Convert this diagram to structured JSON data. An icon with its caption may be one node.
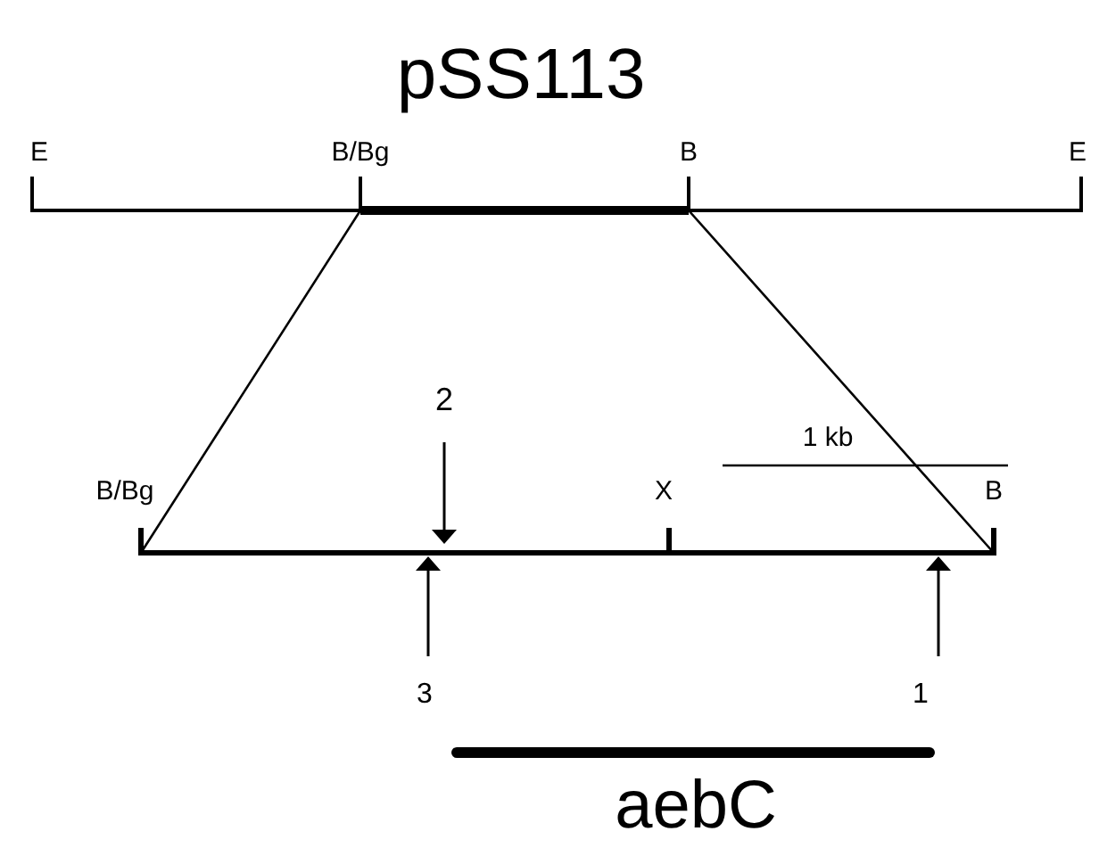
{
  "diagram": {
    "title": "pSS113",
    "labels": [
      "E",
      "B/Bg",
      "B",
      "E",
      "2",
      "1 kb",
      "B/Bg",
      "X",
      "B",
      "3",
      "1",
      "aebC"
    ]
  }
}
